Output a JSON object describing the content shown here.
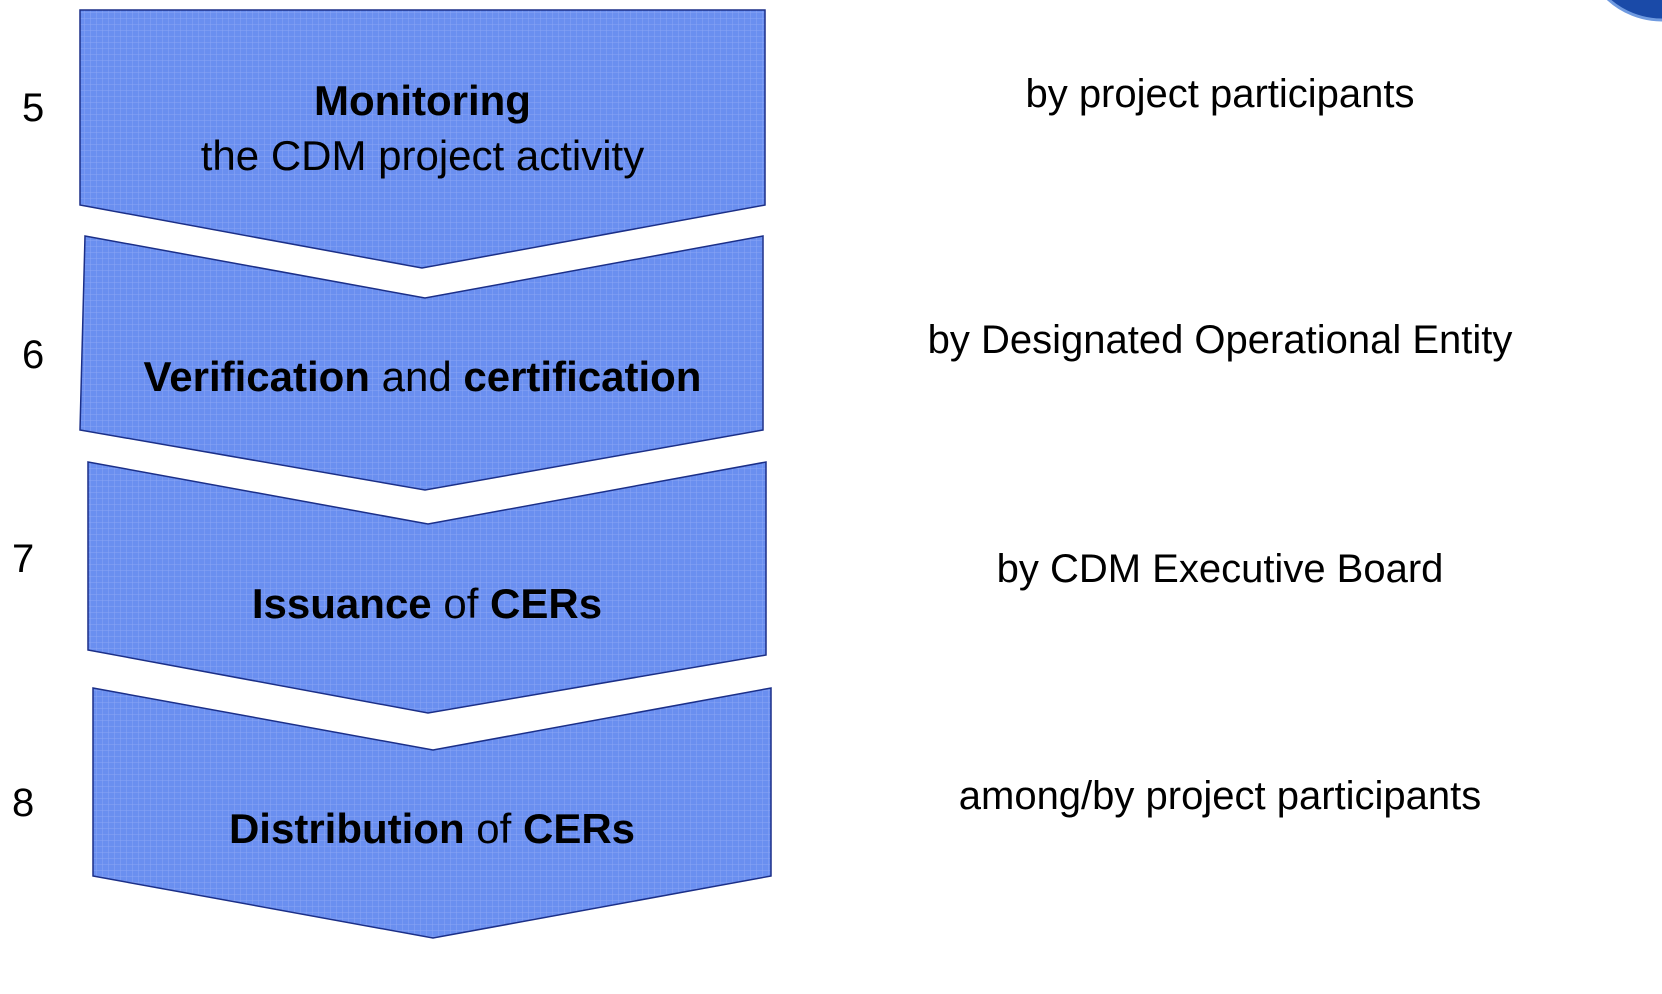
{
  "colors": {
    "arrow_fill": "#6a8ff0",
    "arrow_stroke": "#1b2f88",
    "grid_line": "#8aa6f5",
    "logo": "#1a4aa8"
  },
  "logo_icon": "partial-circular-logo-icon",
  "steps": [
    {
      "number": "5",
      "bold_1": "Monitoring",
      "normal_1": "",
      "bold_2": "",
      "line_2": "the CDM project activity",
      "actor": "by project participants"
    },
    {
      "number": "6",
      "bold_1": "Verification",
      "normal_1": " and ",
      "bold_2": "certification",
      "line_2": "",
      "actor": "by Designated Operational Entity"
    },
    {
      "number": "7",
      "bold_1": "Issuance",
      "normal_1": " of ",
      "bold_2": "CERs",
      "line_2": "",
      "actor": "by CDM Executive Board"
    },
    {
      "number": "8",
      "bold_1": "Distribution",
      "normal_1": " of ",
      "bold_2": "CERs",
      "line_2": "",
      "actor": "among/by project participants"
    }
  ]
}
